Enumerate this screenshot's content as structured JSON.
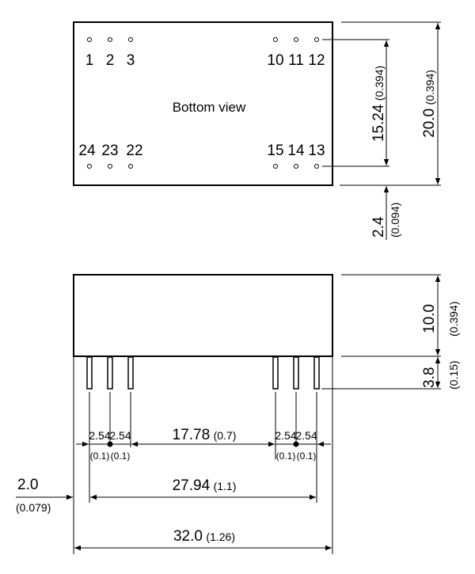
{
  "bottom_view": {
    "label": "Bottom view",
    "pins_top": [
      "1",
      "2",
      "3",
      "10",
      "11",
      "12"
    ],
    "pins_bottom": [
      "24",
      "23",
      "22",
      "15",
      "14",
      "13"
    ],
    "dim_pin_rows": {
      "value": "15.24",
      "inch": "(0.394)"
    },
    "dim_height": {
      "value": "20.0",
      "inch": "(0.394)"
    },
    "dim_offset": {
      "value": "2.4",
      "inch": "(0.094)"
    }
  },
  "side_view": {
    "dim_body_height": {
      "value": "10.0",
      "inch": "(0.394)"
    },
    "dim_pin_length": {
      "value": "3.8",
      "inch": "(0.15)"
    },
    "dim_pitch": {
      "value": "2.54",
      "inch": "(0.1)"
    },
    "dim_gap": {
      "value": "17.78",
      "inch": "(0.7)"
    },
    "dim_pin_span": {
      "value": "27.94",
      "inch": "(1.1)"
    },
    "dim_edge": {
      "value": "2.0",
      "inch": "(0.079)"
    },
    "dim_width": {
      "value": "32.0",
      "inch": "(1.26)"
    }
  }
}
